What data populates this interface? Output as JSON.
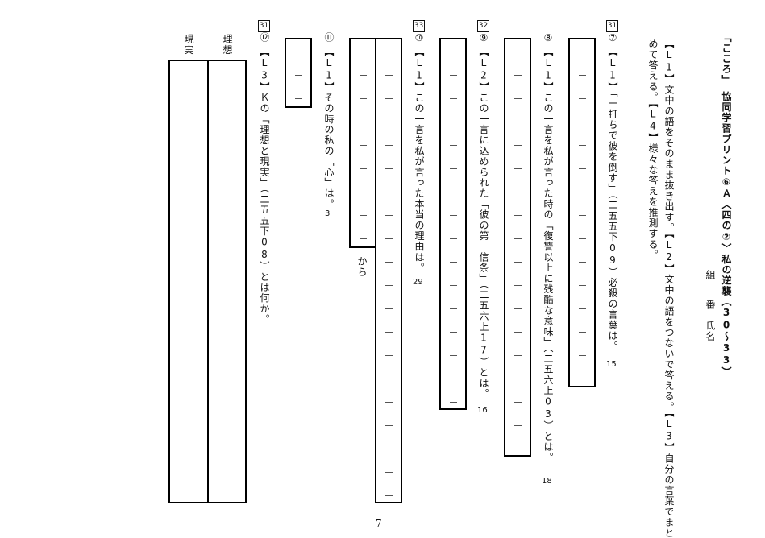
{
  "header": {
    "title": "「こころ」　協同学習プリント⑥Ａ〈四の②〉私の逆襲（30～33）",
    "class_label": "組",
    "number_label": "番",
    "name_label": "氏名"
  },
  "instructions": {
    "line1": "【L1】文中の語をそのまま抜き出す。【L2】文中の語をつないで答える。【L3】自分の言葉でまと",
    "line2": "めて答える。【L4】様々な答えを推測する。"
  },
  "questions": [
    {
      "tag": "31",
      "mark": "⑦",
      "text": "【L1】「一打ちで彼を倒す」（二五五下09）必殺の言葉は。",
      "count": "15"
    },
    {
      "mark": "⑧",
      "text": "【L1】この一言を私が言った時の「復讐以上に残酷な意味」（二五六上03）とは。",
      "count": "18"
    },
    {
      "tag": "32",
      "mark": "⑨",
      "text": "【L2】この一言に込められた「彼の第一信条」（二五六上17）とは。",
      "count": "16"
    },
    {
      "tag": "33",
      "mark": "⑩",
      "text": "【L1】この一言を私が言った本当の理由は。",
      "count": "29",
      "suffix": "から"
    },
    {
      "mark": "⑪",
      "text": "【L1】その時の私の「心」は。",
      "count": "3"
    },
    {
      "tag": "31",
      "mark": "⑫",
      "text": "【L3】Ｋの「理想と現実」（二五五下08）とは何か。"
    }
  ],
  "answer_labels": {
    "ideal": "理想",
    "reality": "現実"
  },
  "page_number": "7"
}
